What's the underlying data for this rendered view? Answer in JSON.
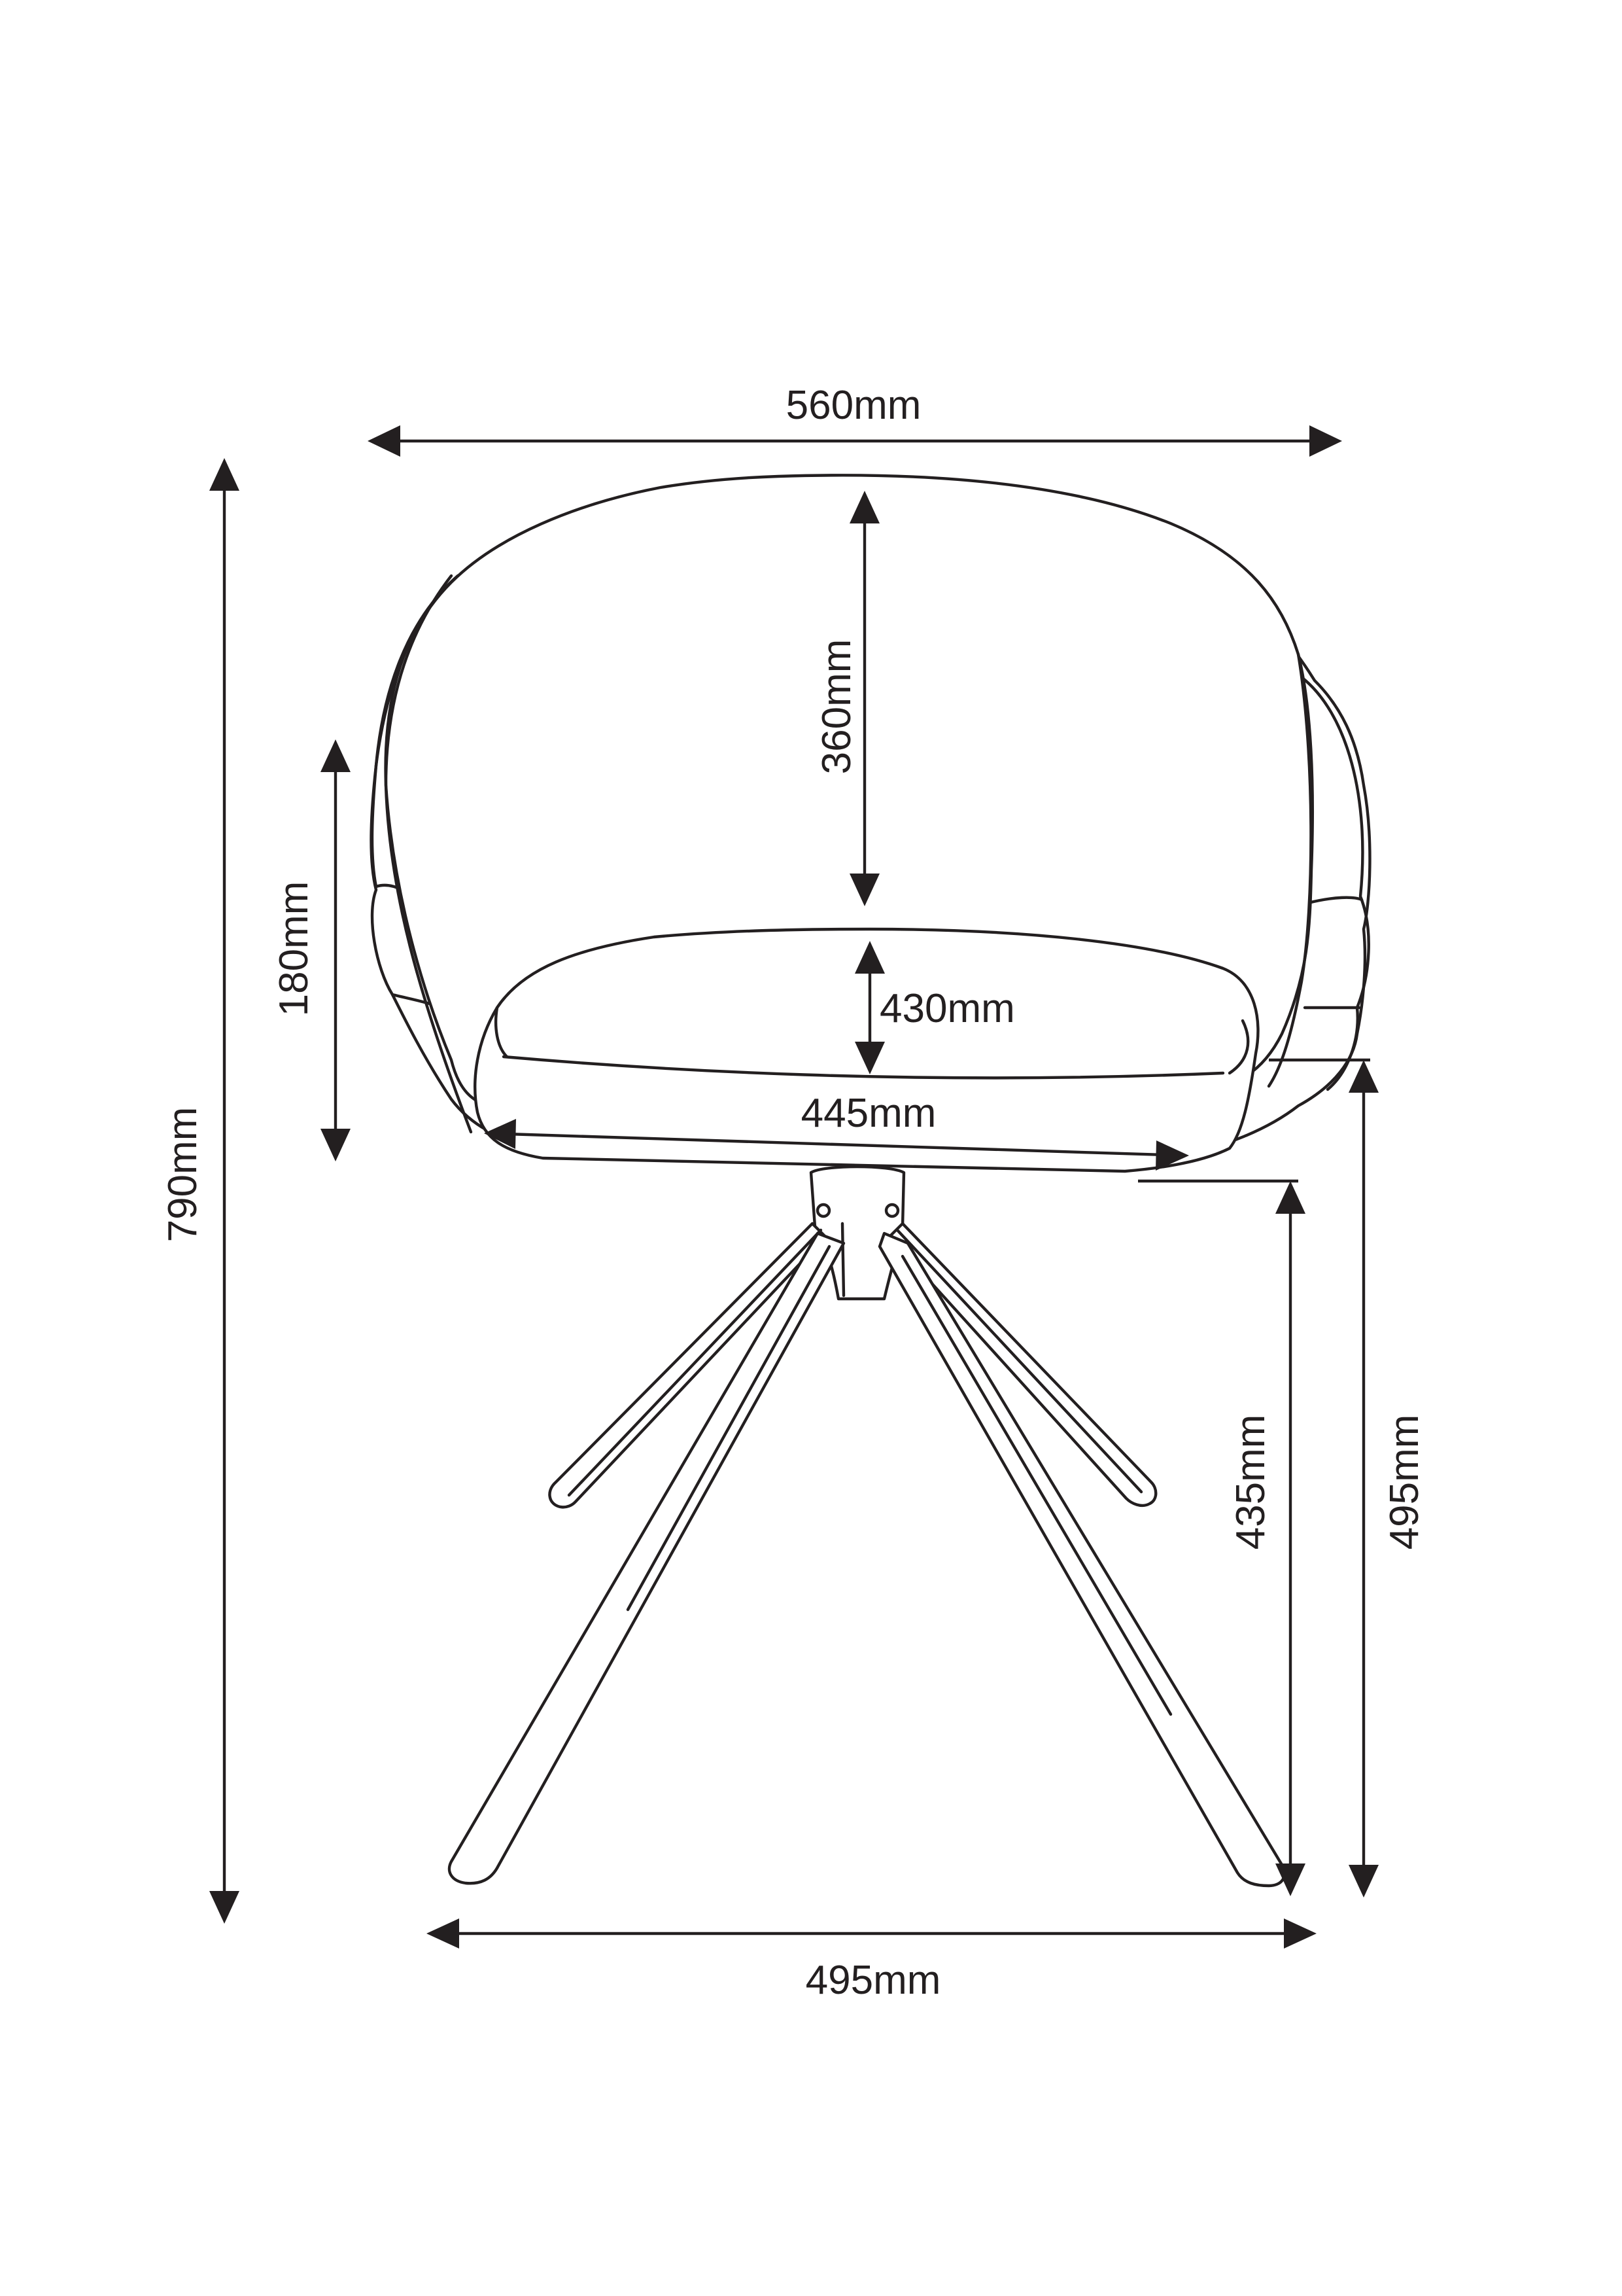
{
  "dimensions": {
    "overall_width": "560mm",
    "overall_height": "790mm",
    "backrest_height": "360mm",
    "armrest_height": "180mm",
    "seat_depth": "430mm",
    "seat_width": "445mm",
    "seat_height": "435mm",
    "armrest_floor_height": "495mm",
    "base_width": "495mm"
  }
}
